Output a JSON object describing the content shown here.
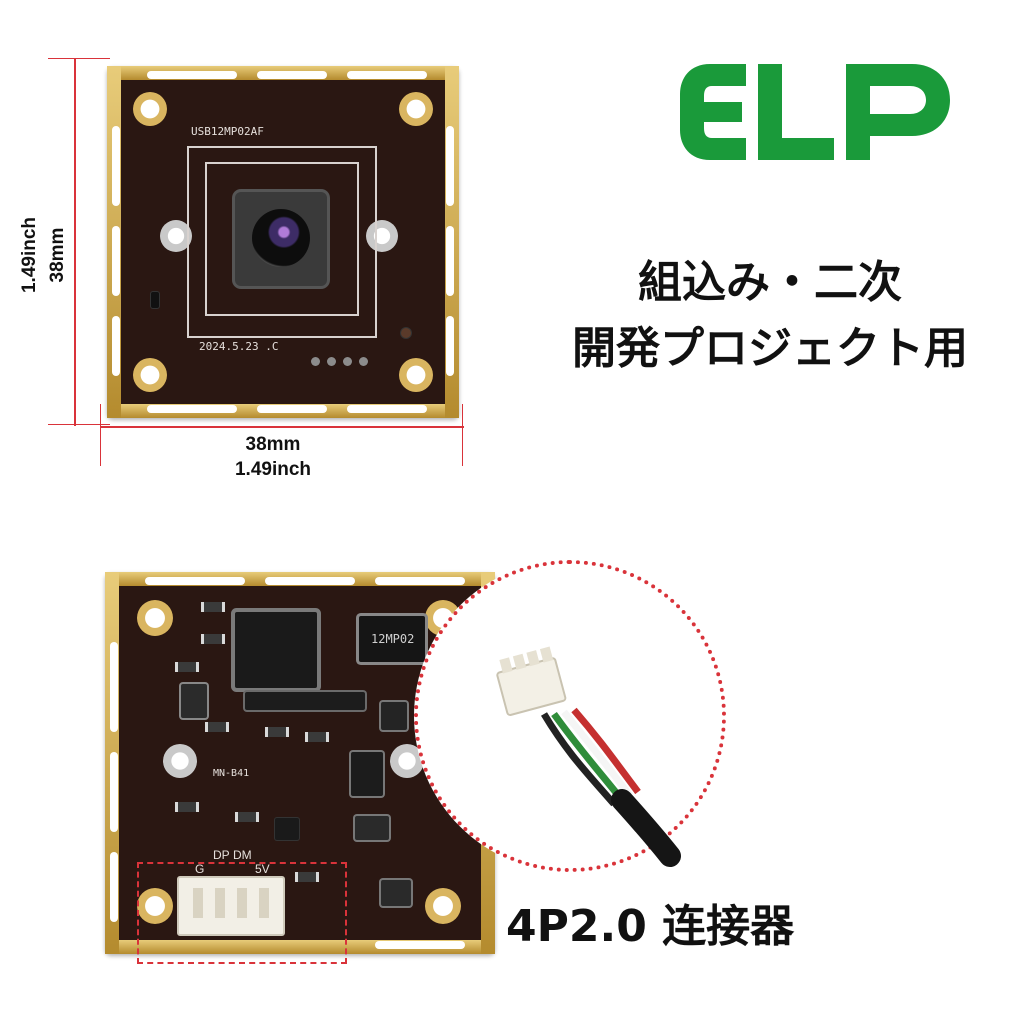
{
  "logo": {
    "text": "ELP",
    "color": "#1a9a3a"
  },
  "headline": {
    "line1": "組込み・二次",
    "line2": "開発プロジェクト用"
  },
  "top_board": {
    "model_label": "USB12MP02AF",
    "date_label": "2024.5.23 .C",
    "height_mm": "38mm",
    "height_inch": "1.49inch",
    "width_mm": "38mm",
    "width_inch": "1.49inch"
  },
  "bottom_board": {
    "chip_label": "12MP02",
    "pin_labels": {
      "dp": "DP",
      "dm": "DM",
      "g": "G",
      "v5": "5V"
    },
    "chip2_label": "MN-B41"
  },
  "connector_caption": "4P2.0 连接器",
  "colors": {
    "pcb": "#2a1712",
    "gold": "#c9a44a",
    "dimension_line": "#d9333a",
    "highlight_dots": "#d9333a"
  }
}
